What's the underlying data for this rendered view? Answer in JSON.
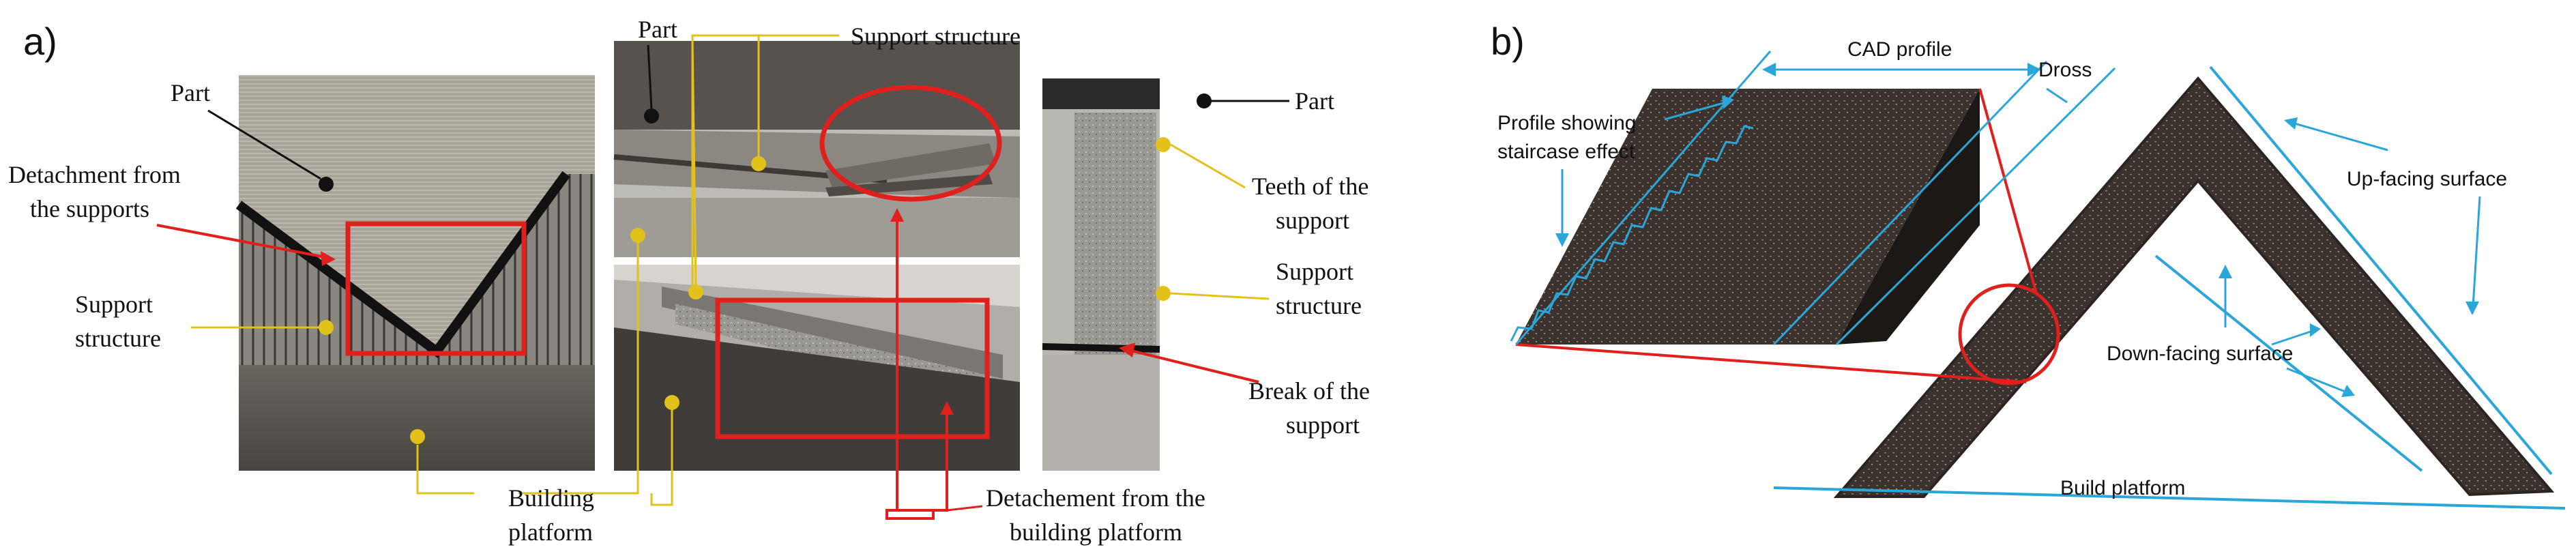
{
  "panel_a": {
    "panel_label": "a)",
    "photo1": {
      "part": "Part",
      "detachment_line1": "Detachment from",
      "detachment_line2": "the supports",
      "support_line1": "Support",
      "support_line2": "structure"
    },
    "shared": {
      "building_platform_line1": "Building",
      "building_platform_line2": "platform",
      "support_structure": "Support structure",
      "detachement_line1": "Detachement from the",
      "detachement_line2": "building platform"
    },
    "photo2": {
      "part": "Part"
    },
    "photo4": {
      "part": "Part",
      "teeth_line1": "Teeth of the",
      "teeth_line2": "support",
      "support_line1": "Support",
      "support_line2": "structure",
      "break_line1": "Break of the",
      "break_line2": "support"
    },
    "colors": {
      "callout_black": "#111111",
      "callout_yellow": "#e2c21a",
      "highlight_red": "#e0201c"
    }
  },
  "panel_b": {
    "panel_label": "b)",
    "cad_profile": "CAD profile",
    "dross": "Dross",
    "profile_line1": "Profile showing",
    "profile_line2": "staircase effect",
    "up_facing": "Up-facing surface",
    "down_facing": "Down-facing surface",
    "build_platform": "Build platform",
    "colors": {
      "annotation_blue": "#2aa6d8",
      "highlight_red": "#e0201c"
    }
  }
}
